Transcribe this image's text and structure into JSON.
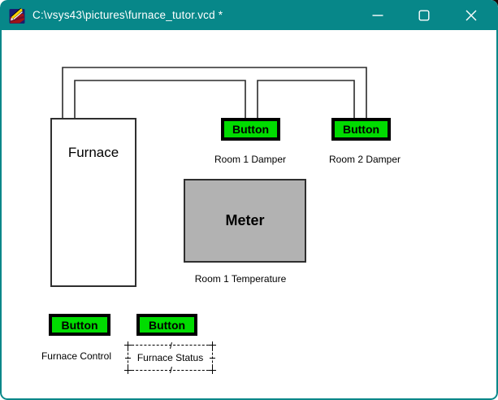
{
  "titlebar": {
    "title": "C:\\vsys43\\pictures\\furnace_tutor.vcd *",
    "app_icon": "vcd-app-icon",
    "minimize_icon": "minimize-icon",
    "maximize_icon": "maximize-icon",
    "close_icon": "close-icon"
  },
  "colors": {
    "titlebar_teal": "#078789",
    "button_green": "#00dc00",
    "meter_gray": "#b2b2b2",
    "line_dark": "#2f2f2f"
  },
  "canvas": {
    "furnace": {
      "label": "Furnace"
    },
    "room1_damper": {
      "button_label": "Button",
      "caption": "Room 1 Damper"
    },
    "room2_damper": {
      "button_label": "Button",
      "caption": "Room 2 Damper"
    },
    "meter": {
      "label": "Meter",
      "caption": "Room 1 Temperature"
    },
    "furnace_control": {
      "button_label": "Button",
      "caption": "Furnace Control"
    },
    "furnace_status": {
      "button_label": "Button",
      "caption": "Furnace Status",
      "selected": true
    }
  }
}
